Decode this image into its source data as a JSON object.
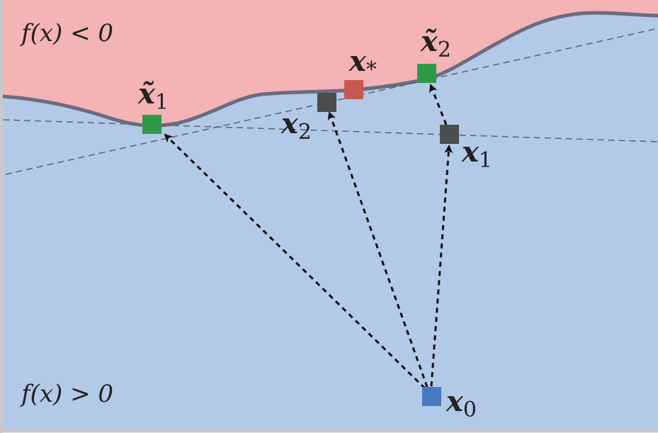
{
  "regions": {
    "negative_label": "f(x) < 0",
    "positive_label": "f(x) > 0"
  },
  "points": {
    "x0": {
      "base": "x",
      "sub": "0"
    },
    "x1": {
      "base": "x",
      "sub": "1"
    },
    "x2": {
      "base": "x",
      "sub": "2"
    },
    "xstar": {
      "base": "x",
      "sub": "*"
    },
    "xt1": {
      "base": "x̃",
      "sub": "1"
    },
    "xt2": {
      "base": "x̃",
      "sub": "2"
    }
  },
  "colors": {
    "negative_region": "#f4b3b5",
    "positive_region": "#b3c9e8",
    "boundary": "#6b6b7f",
    "origin_point": "#4a78c0",
    "intermediate_point": "#4a4c4e",
    "projected_point": "#2e9a48",
    "optimum_point": "#c95850",
    "frame": "#c8c8c8"
  }
}
